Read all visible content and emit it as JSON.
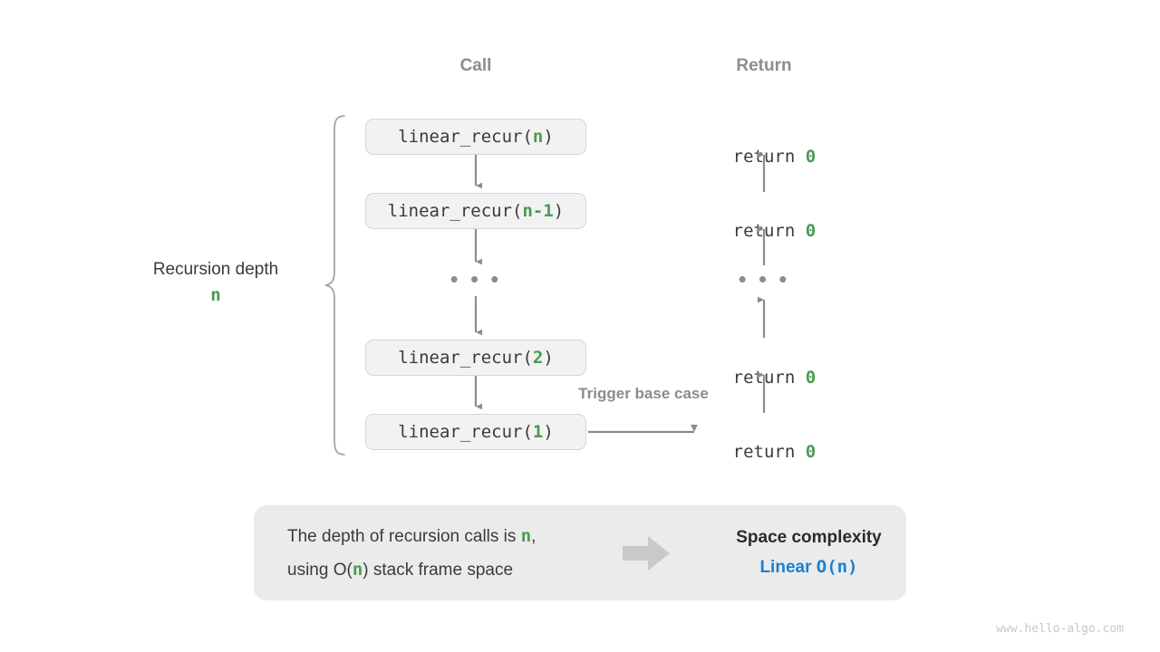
{
  "headers": {
    "call": "Call",
    "return": "Return"
  },
  "depth_label": {
    "title": "Recursion depth",
    "value": "n"
  },
  "call_stack": [
    {
      "prefix": "linear_recur(",
      "arg": "n",
      "suffix": ")",
      "full": "linear_recur(n)"
    },
    {
      "prefix": "linear_recur(",
      "arg": "n-1",
      "suffix": ")",
      "full": "linear_recur(n-1)"
    },
    {
      "prefix": "linear_recur(",
      "arg": "2",
      "suffix": ")",
      "full": "linear_recur(2)"
    },
    {
      "prefix": "linear_recur(",
      "arg": "1",
      "suffix": ")",
      "full": "linear_recur(1)"
    }
  ],
  "returns": [
    {
      "keyword": "return ",
      "value": "0"
    },
    {
      "keyword": "return ",
      "value": "0"
    },
    {
      "keyword": "return ",
      "value": "0"
    },
    {
      "keyword": "return ",
      "value": "0"
    }
  ],
  "ellipsis": "• • •",
  "trigger_label": "Trigger base case",
  "info_panel": {
    "line1_a": "The depth of recursion calls is ",
    "line1_hl": "n",
    "line1_b": ",",
    "line2_a": "using O(",
    "line2_hl": "n",
    "line2_b": ") stack frame space",
    "arrow_icon": "block-arrow-right-icon",
    "result_title": "Space complexity",
    "result_value_word": "Linear",
    "result_value_notation": "O(n)"
  },
  "watermark": "www.hello-algo.com",
  "colors": {
    "accent_green": "#4a9a52",
    "accent_blue": "#1a80d2",
    "gray_text": "#8c8c8c",
    "box_fill": "#f2f2f2",
    "box_border": "#d6d6d6",
    "panel_bg": "#ebebeb",
    "arrow_gray": "#8c8c8c"
  }
}
